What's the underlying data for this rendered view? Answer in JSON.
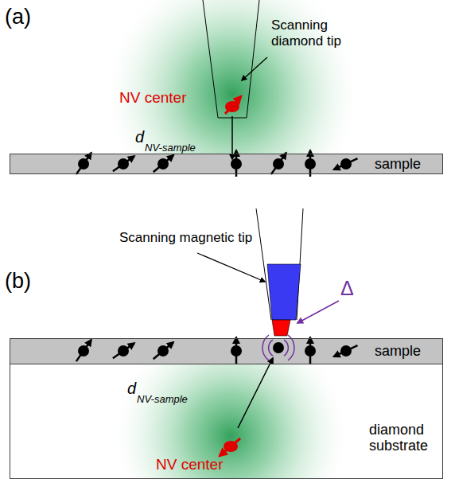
{
  "diagram": {
    "nodes": [
      {
        "text": [
          "sample"
        ]
      },
      {
        "text": [
          "sample"
        ]
      },
      {
        "text": [
          "diamond substrate"
        ]
      }
    ],
    "labels": [
      "(a)",
      "Scanning diamond tip",
      "NV center",
      "d",
      "NV-sample",
      "(b)",
      "Scanning magnetic tip",
      "Δ",
      "d",
      "NV-sample",
      "NV center"
    ]
  }
}
